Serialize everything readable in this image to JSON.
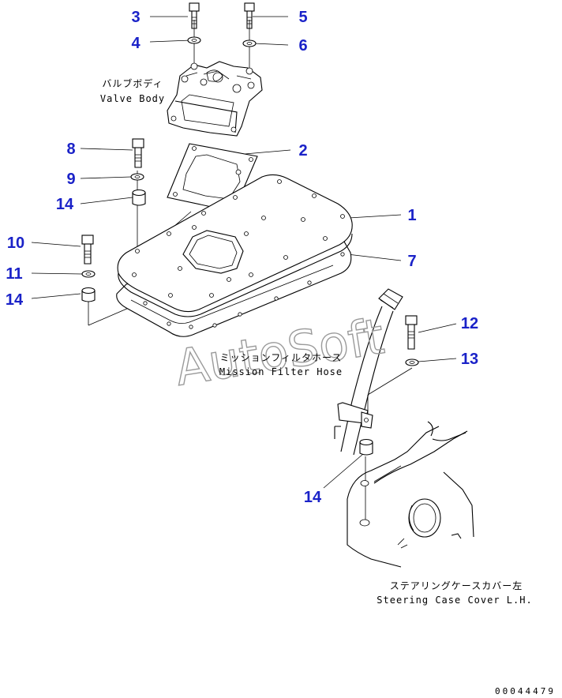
{
  "callouts": [
    {
      "id": "3",
      "text": "3"
    },
    {
      "id": "5",
      "text": "5"
    },
    {
      "id": "4",
      "text": "4"
    },
    {
      "id": "6",
      "text": "6"
    },
    {
      "id": "8",
      "text": "8"
    },
    {
      "id": "2",
      "text": "2"
    },
    {
      "id": "9",
      "text": "9"
    },
    {
      "id": "14a",
      "text": "14"
    },
    {
      "id": "1",
      "text": "1"
    },
    {
      "id": "10",
      "text": "10"
    },
    {
      "id": "7",
      "text": "7"
    },
    {
      "id": "11",
      "text": "11"
    },
    {
      "id": "14b",
      "text": "14"
    },
    {
      "id": "12",
      "text": "12"
    },
    {
      "id": "13",
      "text": "13"
    },
    {
      "id": "14c",
      "text": "14"
    }
  ],
  "labels": {
    "valve_body_jp": "バルブボディ",
    "valve_body_en": "Valve Body",
    "filter_hose_jp": "ミッションフィルタホース",
    "filter_hose_en": "Mission Filter Hose",
    "steering_cover_jp": "ステアリングケースカバー左",
    "steering_cover_en": "Steering Case Cover L.H."
  },
  "watermark": "AutoSoft",
  "drawing_number": "00044479",
  "colors": {
    "callout": "#1a22c8",
    "line": "#000000",
    "watermark": "#9a9a9a"
  }
}
